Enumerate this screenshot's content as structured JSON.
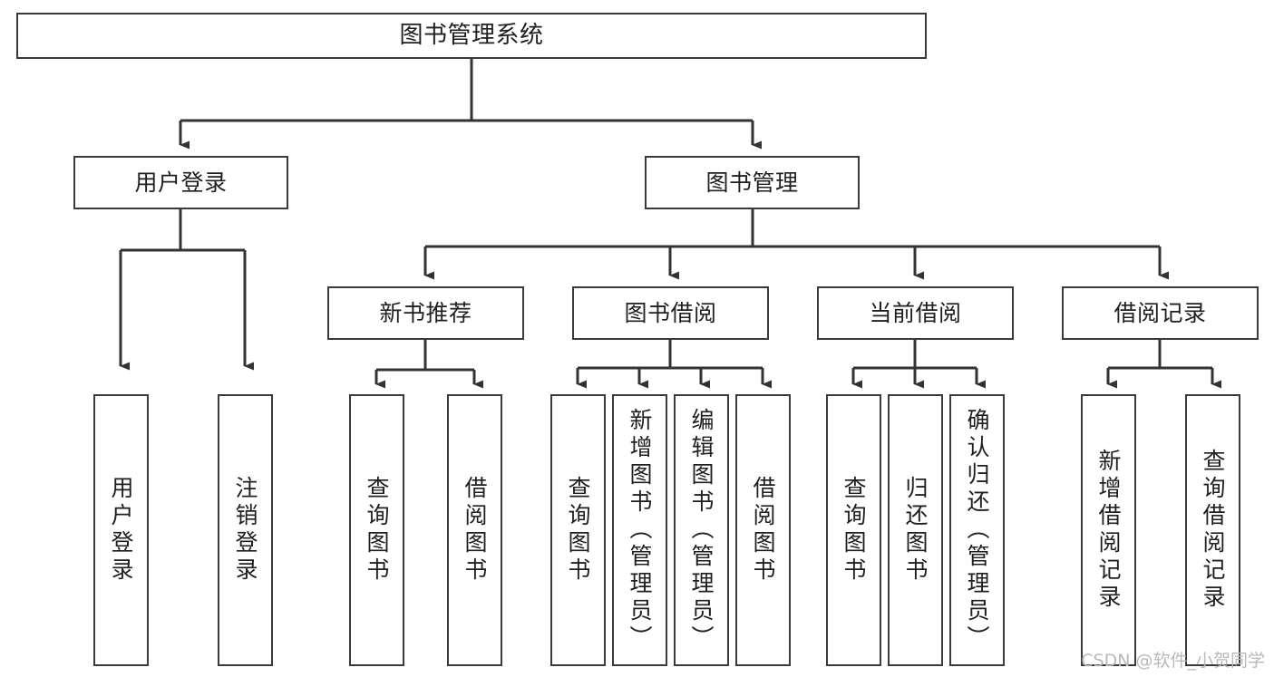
{
  "diagram": {
    "title": "图书管理系统",
    "type": "tree-hierarchy",
    "orientation": "top-down",
    "colors": {
      "box_border": "#3a3a3a",
      "box_fill": "#ffffff",
      "edge": "#333333",
      "text": "#1f1f1f",
      "watermark": "#b9b9b9",
      "background": "#ffffff"
    },
    "watermark": "CSDN @软件_小贺同学"
  },
  "nodes": {
    "root": {
      "label": "图书管理系统",
      "level": 1
    },
    "level2": [
      {
        "id": "user-login",
        "label": "用户登录"
      },
      {
        "id": "book-manage",
        "label": "图书管理"
      }
    ],
    "level3": [
      {
        "id": "new-book-recommend",
        "label": "新书推荐"
      },
      {
        "id": "book-borrow",
        "label": "图书借阅"
      },
      {
        "id": "current-borrow",
        "label": "当前借阅"
      },
      {
        "id": "borrow-record",
        "label": "借阅记录"
      }
    ],
    "leaves": {
      "user_login": [
        {
          "id": "leaf-user-login",
          "label": "用户登录"
        },
        {
          "id": "leaf-logout-login",
          "label": "注销登录"
        }
      ],
      "new_book_recommend": [
        {
          "id": "leaf-query-book-1",
          "label": "查询图书"
        },
        {
          "id": "leaf-borrow-book-1",
          "label": "借阅图书"
        }
      ],
      "book_borrow": [
        {
          "id": "leaf-query-book-2",
          "label": "查询图书"
        },
        {
          "id": "leaf-add-book",
          "label": "新增图书（管理员）"
        },
        {
          "id": "leaf-edit-book",
          "label": "编辑图书（管理员）"
        },
        {
          "id": "leaf-borrow-book-2",
          "label": "借阅图书"
        }
      ],
      "current_borrow": [
        {
          "id": "leaf-query-book-3",
          "label": "查询图书"
        },
        {
          "id": "leaf-return-book",
          "label": "归还图书"
        },
        {
          "id": "leaf-confirm-return",
          "label": "确认归还（管理员）"
        }
      ],
      "borrow_record": [
        {
          "id": "leaf-add-record",
          "label": "新增借阅记录"
        },
        {
          "id": "leaf-query-record",
          "label": "查询借阅记录"
        }
      ]
    }
  }
}
